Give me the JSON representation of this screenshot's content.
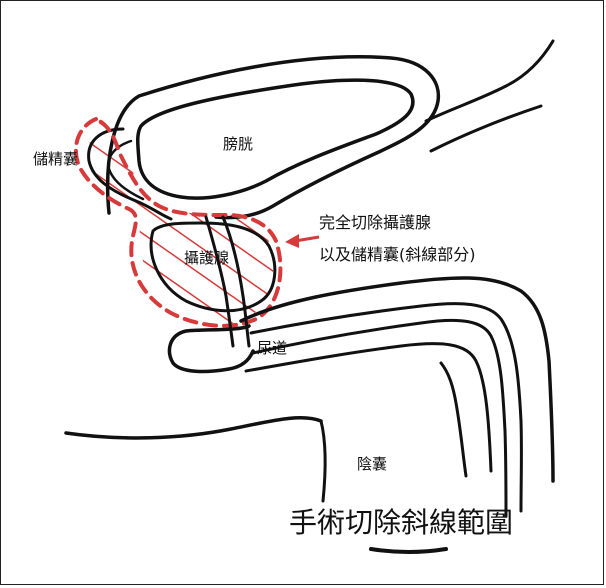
{
  "labels": {
    "bladder": "膀胱",
    "seminal_vesicle": "儲精囊",
    "prostate": "攝護腺",
    "urethra": "尿道",
    "scrotum": "陰囊",
    "annotation_line1": "完全切除攝護腺",
    "annotation_line2": "以及儲精囊(斜線部分)",
    "caption": "手術切除斜線範圍"
  },
  "colors": {
    "outline": "#111111",
    "highlight": "#d63a3a",
    "background": "#ffffff"
  }
}
